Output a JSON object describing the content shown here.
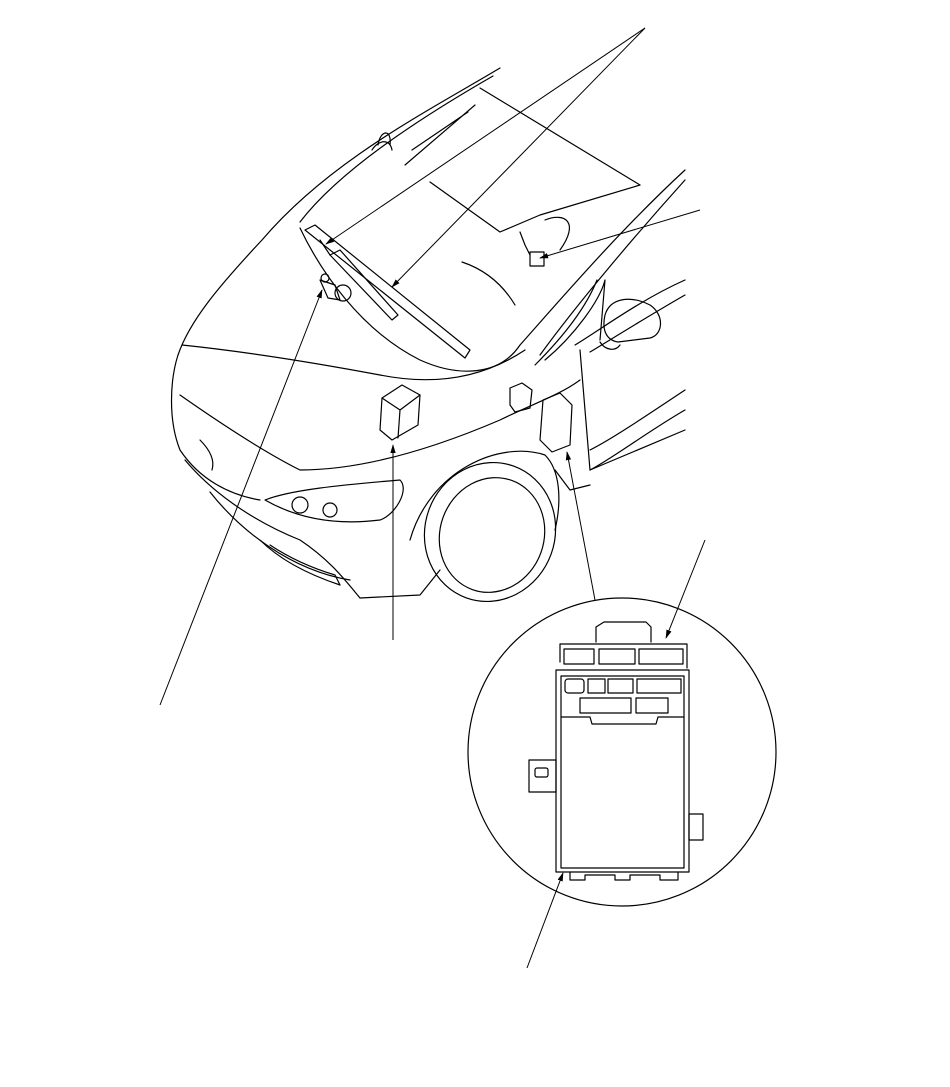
{
  "diagram": {
    "line_color": "#000000",
    "background": "#ffffff",
    "components": [
      "car-front-view",
      "wiper-arms",
      "wiper-motor",
      "sensor-connector",
      "under-hood-box",
      "fuse-box-detail"
    ]
  }
}
